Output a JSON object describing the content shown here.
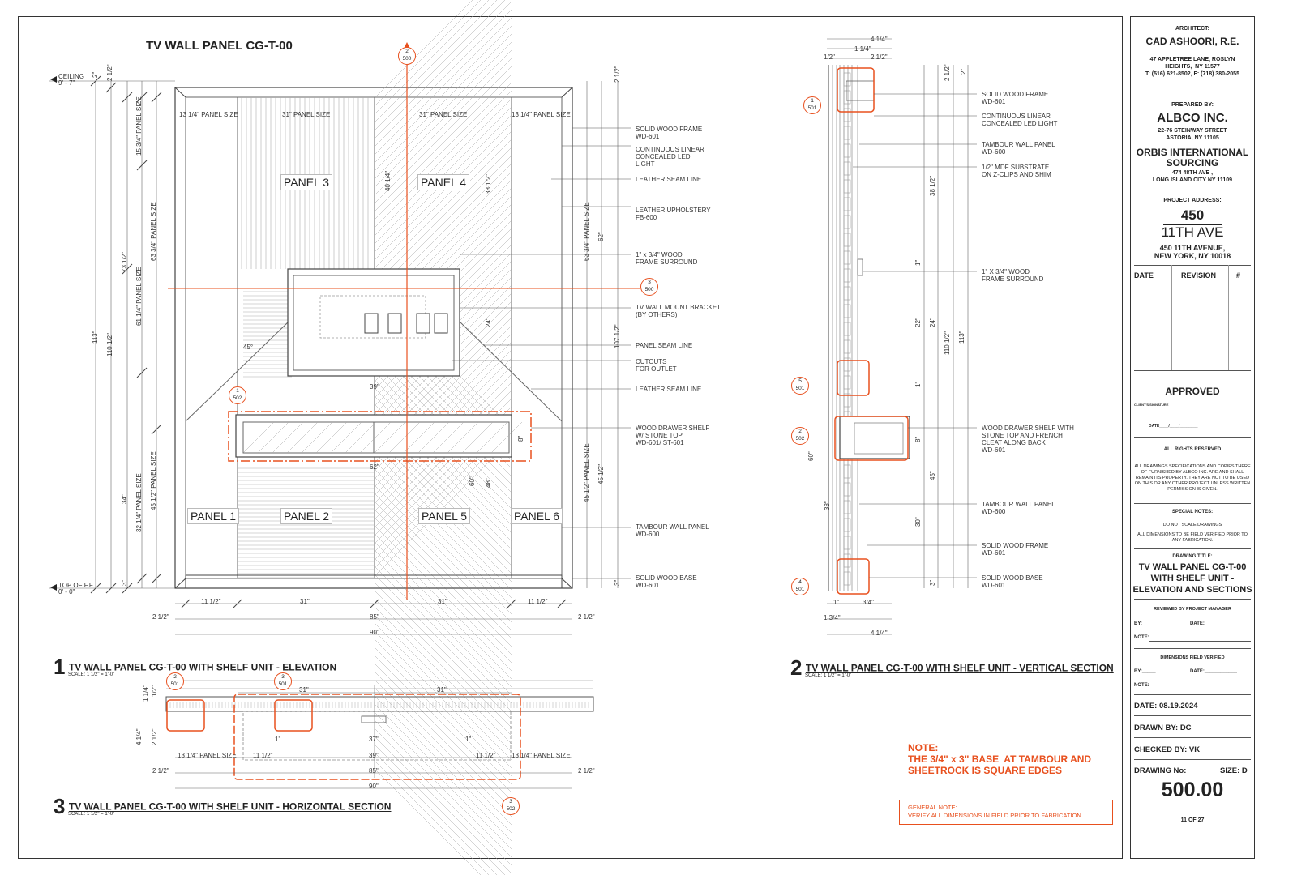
{
  "elevation": {
    "heading": "TV WALL PANEL CG-T-00",
    "ceiling_label": "CEILING",
    "ceiling_value": "9' - 7\"",
    "floor_label": "TOP OF F.F.",
    "floor_value": "0' - 0\"",
    "panels": [
      "PANEL 3",
      "PANEL 4",
      "PANEL 1",
      "PANEL 2",
      "PANEL 5",
      "PANEL 6"
    ],
    "panel_sizes": [
      "13 1/4\" PANEL SIZE",
      "31\" PANEL SIZE",
      "31\" PANEL SIZE",
      "13 1/4\" PANEL SIZE"
    ],
    "callouts": [
      "SOLID WOOD FRAME\nWD-601",
      "CONTINUOUS LINEAR\nCONCEALED LED\nLIGHT",
      "LEATHER SEAM LINE",
      "LEATHER UPHOLSTERY\nFB-600",
      "1\" x 3/4\" WOOD\nFRAME SURROUND",
      "TV WALL MOUNT BRACKET\n(BY OTHERS)",
      "PANEL SEAM LINE",
      "CUTOUTS\nFOR OUTLET",
      "LEATHER SEAM LINE",
      "WOOD DRAWER SHELF\nW/ STONE TOP\nWD-601/ ST-601",
      "TAMBOUR WALL PANEL\nWD-600",
      "SOLID WOOD BASE\nWD-601"
    ],
    "bottom_dims": [
      "11 1/2\"",
      "31\"",
      "31\"",
      "11 1/2\"",
      "2 1/2\"",
      "85\"",
      "2 1/2\"",
      "90\""
    ],
    "left_dims": [
      "2\"",
      "2 1/2\"",
      "15 3/4\" PANEL SIZE",
      "63 3/4\" PANEL SIZE",
      "73 1/2\"",
      "61 1/4\" PANEL SIZE",
      "113\"",
      "110 1/2\"",
      "34\"",
      "32 1/4\" PANEL SIZE",
      "45 1/2\" PANEL SIZE",
      "3\""
    ],
    "right_dims": [
      "2 1/2\"",
      "63 3/4\" PANEL SIZE",
      "62\"",
      "107 1/2\"",
      "45 1/2\" PANEL SIZE",
      "45 1/2\"",
      "3\""
    ],
    "inner_dims": [
      "40 1/4\"",
      "38 1/2\"",
      "24\"",
      "45°",
      "39\"",
      "62\"",
      "8\"",
      "60\"",
      "48\""
    ],
    "bubbles": [
      {
        "n": "2",
        "s": "500"
      },
      {
        "n": "3",
        "s": "500"
      },
      {
        "n": "1",
        "s": "502"
      }
    ],
    "view_title_num": "1",
    "view_title": "TV WALL PANEL CG-T-00 WITH SHELF UNIT - ELEVATION",
    "view_scale": "SCALE: 1 1/2\" = 1'-0\""
  },
  "section": {
    "callouts": [
      "SOLID WOOD FRAME\nWD-601",
      "CONTINUOUS LINEAR\nCONCEALED LED LIGHT",
      "TAMBOUR WALL PANEL\nWD-600",
      "1/2\" MDF SUBSTRATE\nON Z-CLIPS AND SHIM",
      "1\" X 3/4\" WOOD\nFRAME SURROUND",
      "WOOD DRAWER SHELF WITH\nSTONE TOP AND FRENCH\nCLEAT ALONG BACK\nWD-601",
      "TAMBOUR WALL PANEL\nWD-600",
      "SOLID WOOD FRAME\nWD-601",
      "SOLID WOOD BASE\nWD-601"
    ],
    "top_dims": [
      "4 1/4\"",
      "1 1/4\"",
      "2 1/2\"",
      "1/2\""
    ],
    "bottom_dims": [
      "1\"",
      "3/4\"",
      "1 3/4\"",
      "4 1/4\""
    ],
    "dims": [
      "2 1/2\"",
      "2\"",
      "38 1/2\"",
      "1\"",
      "22\"",
      "24\"",
      "110 1/2\"",
      "113\"",
      "1\"",
      "8\"",
      "45\"",
      "60\"",
      "30\"",
      "38\"",
      "3\""
    ],
    "bubbles": [
      {
        "n": "1",
        "s": "501"
      },
      {
        "n": "5",
        "s": "501"
      },
      {
        "n": "2",
        "s": "502"
      },
      {
        "n": "4",
        "s": "501"
      }
    ],
    "view_title_num": "2",
    "view_title": "TV WALL PANEL CG-T-00 WITH SHELF UNIT  - VERTICAL SECTION",
    "view_scale": "SCALE: 1 1/2\" = 1'-0\""
  },
  "horizontal": {
    "dims": [
      "31\"",
      "31\"",
      "1/2\"",
      "1 1/4\"",
      "2 1/2\"",
      "4 1/4\"",
      "1\"",
      "37\"",
      "1\"",
      "13 1/4\" PANEL SIZE",
      "11 1/2\"",
      "39\"",
      "11 1/2\"",
      "13 1/4\" PANEL SIZE",
      "2 1/2\"",
      "85\"",
      "2 1/2\"",
      "90\""
    ],
    "bubbles": [
      {
        "n": "2",
        "s": "501"
      },
      {
        "n": "3",
        "s": "501"
      },
      {
        "n": "3",
        "s": "502"
      }
    ],
    "view_title_num": "3",
    "view_title": "TV WALL PANEL CG-T-00 WITH SHELF UNIT - HORIZONTAL SECTION",
    "view_scale": "SCALE: 1 1/2\" = 1'-0\""
  },
  "notes": {
    "note_heading": "NOTE:",
    "note_body": "THE 3/4\" x 3\" BASE  AT TAMBOUR AND\nSHEETROCK IS SQUARE EDGES",
    "general_heading": "GENERAL NOTE:",
    "general_body": "VERIFY ALL DIMENSIONS IN FIELD PRIOR TO FABRICATION"
  },
  "title_block": {
    "architect_label": "ARCHITECT:",
    "architect_name": "CAD ASHOORI, R.E.",
    "architect_address": "47 APPLETREE LANE, ROSLYN\nHEIGHTS,  NY 11577\nT: (516) 621-8502, F: (718) 380-2055",
    "prepared_label": "PREPARED BY:",
    "prepared_name": "ALBCO INC.",
    "prepared_address": "22-76 STEINWAY STREET\nASTORIA, NY 11105",
    "client_name": "ORBIS INTERNATIONAL\nSOURCING",
    "client_address": "474 48TH AVE ,\nLONG ISLAND CITY NY 11109",
    "project_label": "PROJECT ADDRESS:",
    "project_number": "450",
    "project_street": "11TH AVE",
    "project_address": "450 11TH AVENUE,\nNEW YORK, NY 10018",
    "rev_date": "DATE",
    "rev_revision": "REVISION",
    "rev_num": "#",
    "approved": "APPROVED",
    "client_signature": "CLIENT'S SIGNATURE",
    "date_blank": "DATE____/____/________",
    "rights_label": "ALL RIGHTS RESERVED",
    "rights_body": "ALL DRAWINGS SPECIFICATIONS AND COPIES THERE OF FURNISHED BY ALBCO INC. ARE AND SHALL REMAIN ITS PROPERTY. THEY ARE NOT TO BE USED ON THIS OR ANY OTHER PROJECT UNLESS WRITTEN PERMISSION IS GIVEN.",
    "special_label": "SPECIAL NOTES:",
    "special_body1": "DO NOT SCALE DRAWINGS",
    "special_body2": "ALL DIMENSIONS TO BE FIELD VERIFIED PRIOR  TO ANY FABRICATION.",
    "drawing_title_label": "DRAWING TITLE:",
    "drawing_title": "TV WALL PANEL CG-T-00\nWITH SHELF UNIT -\nELEVATION AND SECTIONS",
    "reviewed_label": "REVIEWED BY PROJECT MANAGER",
    "verified_label": "DIMENSIONS FIELD VERIFIED",
    "by": "BY:_____",
    "date_line": "DATE:____________",
    "note_line": "NOTE:",
    "date": "DATE: 08.19.2024",
    "drawn_by": "DRAWN BY: DC",
    "checked_by": "CHECKED BY: VK",
    "drawing_no_label": "DRAWING No:",
    "size": "SIZE: D",
    "drawing_no": "500.00",
    "sheet": "11  OF  27"
  }
}
